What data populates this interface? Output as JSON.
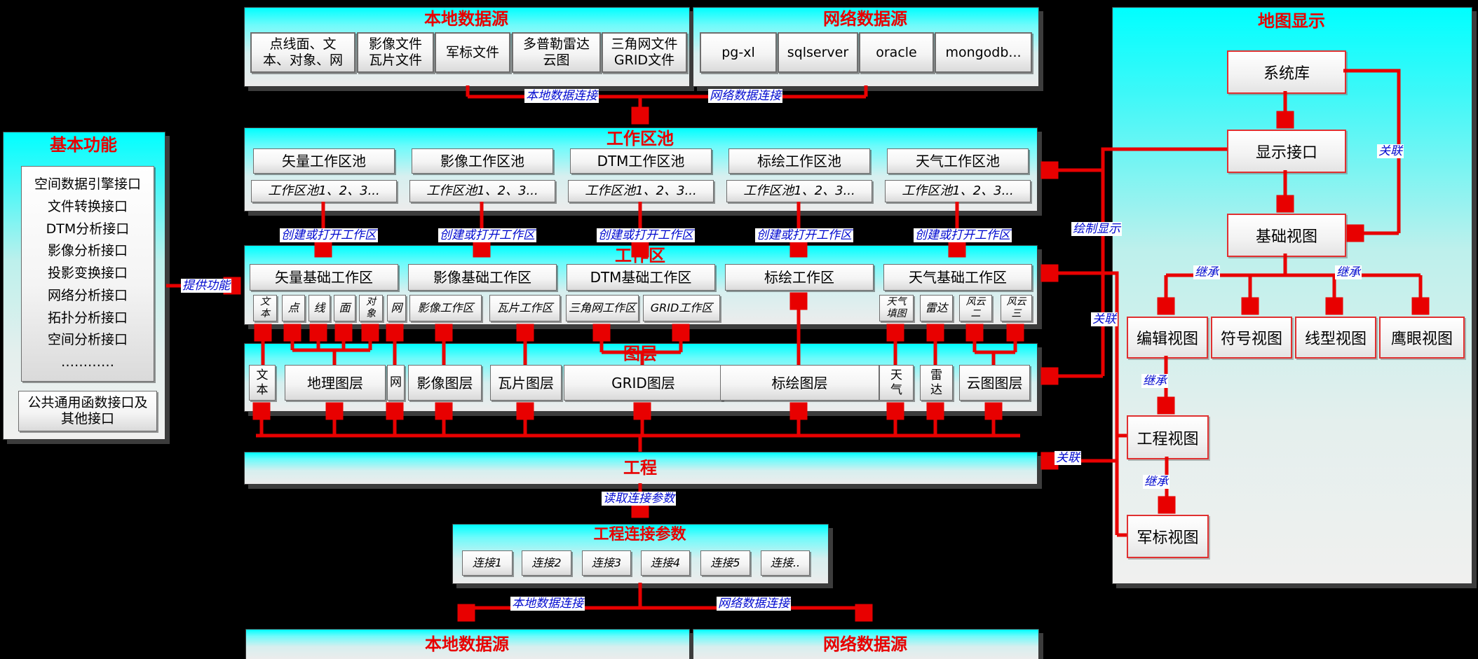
{
  "top_local": {
    "title": "本地数据源",
    "boxes": [
      "点线面、文\n本、对象、网",
      "影像文件\n瓦片文件",
      "军标文件",
      "多普勒雷达\n云图",
      "三角网文件\nGRID文件"
    ]
  },
  "top_network": {
    "title": "网络数据源",
    "boxes": [
      "pg-xl",
      "sqlserver",
      "oracle",
      "mongodb..."
    ]
  },
  "basic_functions": {
    "title": "基本功能",
    "interface_list": "空间数据引擎接口\n文件转换接口\nDTM分析接口\n影像分析接口\n投影变换接口\n网络分析接口\n拓扑分析接口\n空间分析接口\n…………",
    "common_box": "公共通用函数接口及\n其他接口"
  },
  "pools": {
    "title": "工作区池",
    "types": [
      "矢量工作区池",
      "影像工作区池",
      "DTM工作区池",
      "标绘工作区池",
      "天气工作区池"
    ],
    "instances": "工作区池1、2、3..."
  },
  "workspaces": {
    "title": "工作区",
    "mains": [
      "矢量基础工作区",
      "影像基础工作区",
      "DTM基础工作区",
      "标绘工作区",
      "天气基础工作区"
    ],
    "subs": [
      "文\n本",
      "点",
      "线",
      "面",
      "对\n象",
      "网",
      "影像工作区",
      "瓦片工作区",
      "三角网工作区",
      "GRID工作区",
      "天气\n填图",
      "雷达",
      "风云\n二",
      "风云\n三"
    ]
  },
  "layers": {
    "title": "图层",
    "boxes": [
      "文\n本",
      "地理图层",
      "网",
      "影像图层",
      "瓦片图层",
      "GRID图层",
      "标绘图层",
      "天\n气",
      "雷\n达",
      "云图图层"
    ]
  },
  "project": {
    "title": "工程"
  },
  "project_params": {
    "title": "工程连接参数",
    "connections": [
      "连接1",
      "连接2",
      "连接3",
      "连接4",
      "连接5",
      "连接.."
    ]
  },
  "bottom_local": {
    "title": "本地数据源"
  },
  "bottom_network": {
    "title": "网络数据源"
  },
  "map_display": {
    "title": "地图显示",
    "system_lib": "系统库",
    "display_interface": "显示接口",
    "base_view": "基础视图",
    "edit_view": "编辑视图",
    "symbol_view": "符号视图",
    "line_view": "线型视图",
    "eagle_view": "鹰眼视图",
    "project_view": "工程视图",
    "military_view": "军标视图"
  },
  "edge_labels": {
    "local_conn": "本地数据连接",
    "net_conn": "网络数据连接",
    "create_open": "创建或打开工作区",
    "provide": "提供功能",
    "read_params": "读取连接参数",
    "draw_display": "绘制显示",
    "assoc": "关联",
    "inherit": "继承"
  }
}
